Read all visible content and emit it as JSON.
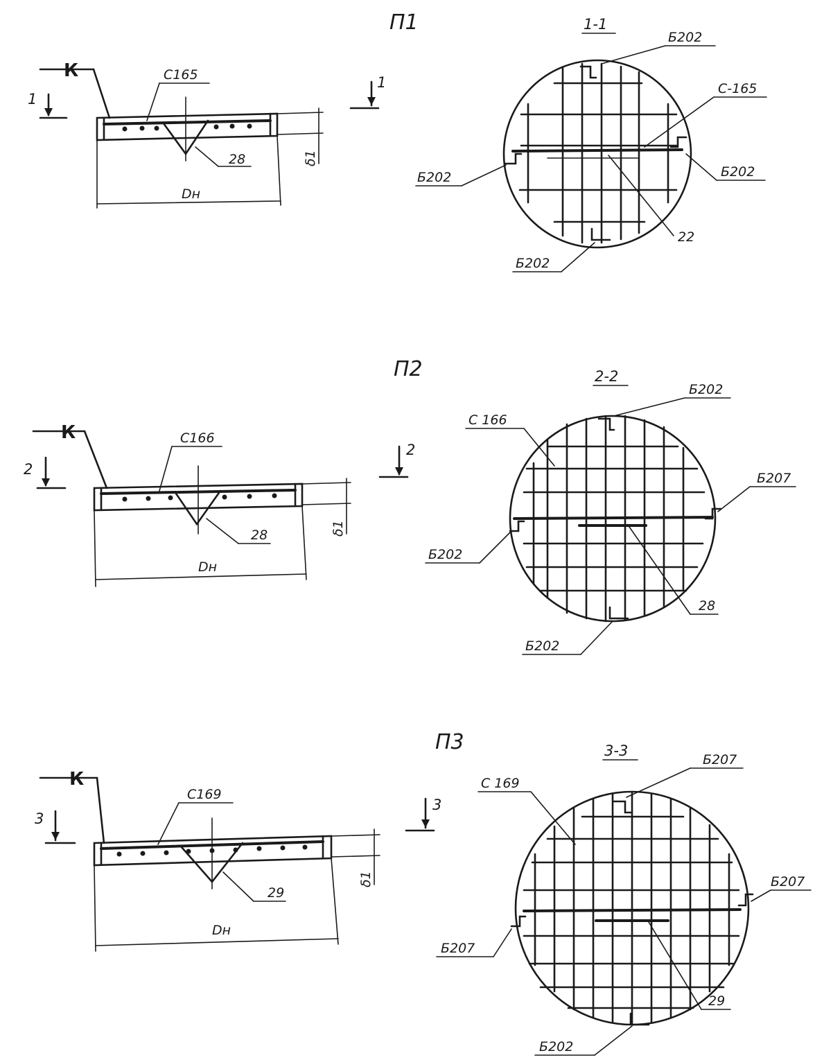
{
  "panels": [
    {
      "key": "p1",
      "title": "П1",
      "section_title": "1-1",
      "section_number": "1",
      "leader_k": "К",
      "mesh_mark": "С165",
      "mesh_mark_plan": "С-165",
      "detail_mark": "28",
      "detail_mark_plan": "22",
      "diameter_label": "Dн",
      "thickness_label": "δ1",
      "hook_labels": [
        "Б202",
        "Б202",
        "Б202",
        "Б202"
      ],
      "grid_lines": 6
    },
    {
      "key": "p2",
      "title": "П2",
      "section_title": "2-2",
      "section_number": "2",
      "leader_k": "К",
      "mesh_mark": "С166",
      "mesh_mark_plan": "С 166",
      "detail_mark": "28",
      "detail_mark_plan": "28",
      "diameter_label": "Dн",
      "thickness_label": "δ1",
      "hook_labels": [
        "Б202",
        "Б207",
        "Б202",
        "Б202"
      ],
      "grid_lines": 8
    },
    {
      "key": "p3",
      "title": "П3",
      "section_title": "3-3",
      "section_number": "3",
      "leader_k": "К",
      "mesh_mark": "С169",
      "mesh_mark_plan": "С 169",
      "detail_mark": "29",
      "detail_mark_plan": "29",
      "diameter_label": "Dн",
      "thickness_label": "δ1",
      "hook_labels": [
        "Б207",
        "Б207",
        "Б207",
        "Б202"
      ],
      "grid_lines": 10
    }
  ]
}
